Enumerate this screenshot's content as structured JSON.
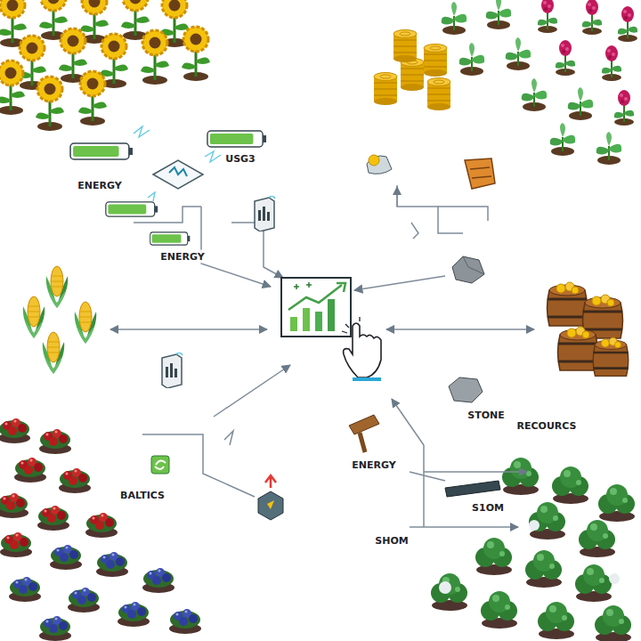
{
  "diagram": {
    "labels": [
      "USG3",
      "ENERGY",
      "ENERGY",
      "STONE",
      "RECOURCS",
      "ENERGY",
      "BALTICS",
      "S1OM",
      "SHOM"
    ]
  }
}
